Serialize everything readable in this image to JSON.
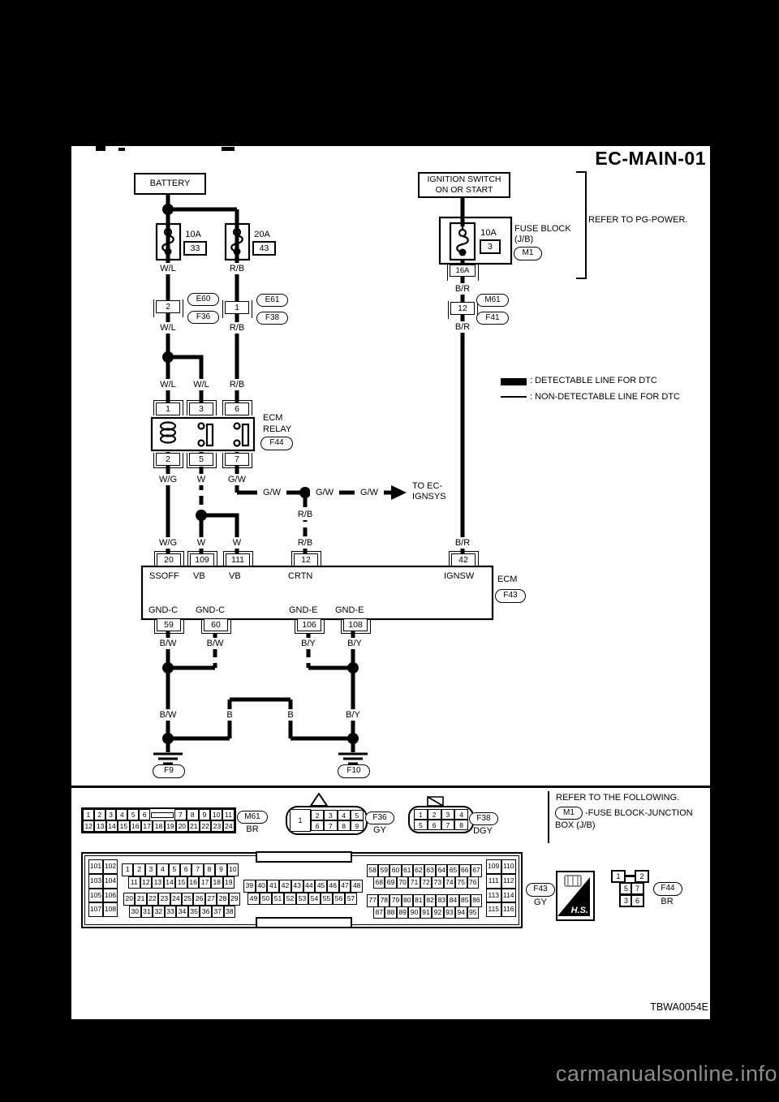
{
  "title": "EC-MAIN-01",
  "figure_id": "TBWA0054E",
  "watermark": "carmanualsonline.info",
  "legend": {
    "detectable": ": DETECTABLE LINE FOR DTC",
    "non_detectable": ": NON-DETECTABLE LINE FOR DTC"
  },
  "notes": {
    "pg_power": "REFER TO PG-POWER.",
    "following": "REFER TO THE FOLLOWING.",
    "m1_ref": "M1",
    "m1_text": "-FUSE BLOCK-JUNCTION",
    "m1_text2": "BOX (J/B)"
  },
  "battery": {
    "label": "BATTERY",
    "fuse1_amps": "10A",
    "fuse1_num": "33",
    "fuse2_amps": "20A",
    "fuse2_num": "43"
  },
  "ignition": {
    "line1": "IGNITION SWITCH",
    "line2": "ON OR START",
    "fuse_amps": "10A",
    "fuse_num": "3",
    "block1": "FUSE BLOCK",
    "block2": "(J/B)",
    "block_ref": "M1",
    "pin_16a": "16A"
  },
  "wires": {
    "wl": "W/L",
    "rb": "R/B",
    "br": "B/R",
    "wg": "W/G",
    "w": "W",
    "gw": "G/W",
    "bw": "B/W",
    "by": "B/Y",
    "b": "B"
  },
  "conn_e60": {
    "pin": "2",
    "top": "E60",
    "bottom": "F36"
  },
  "conn_e61": {
    "pin": "1",
    "top": "E61",
    "bottom": "F38"
  },
  "conn_m61f41": {
    "pin": "12",
    "top": "M61",
    "bottom": "F41"
  },
  "relay": {
    "name1": "ECM",
    "name2": "RELAY",
    "ref": "F44",
    "pins_top": [
      "1",
      "3",
      "6"
    ],
    "pins_bottom": [
      "2",
      "5",
      "7"
    ]
  },
  "ignsys": {
    "to1": "TO EC-",
    "to2": "IGNSYS"
  },
  "ecm": {
    "name": "ECM",
    "ref": "F43",
    "pins_top": [
      {
        "num": "20",
        "label": "SSOFF"
      },
      {
        "num": "109",
        "label": "VB"
      },
      {
        "num": "111",
        "label": "VB"
      },
      {
        "num": "12",
        "label": "CRTN"
      },
      {
        "num": "42",
        "label": "IGNSW"
      }
    ],
    "pins_bottom": [
      {
        "num": "59",
        "label": "GND-C"
      },
      {
        "num": "60",
        "label": "GND-C"
      },
      {
        "num": "106",
        "label": "GND-E"
      },
      {
        "num": "108",
        "label": "GND-E"
      }
    ]
  },
  "grounds": {
    "left": "F9",
    "right": "F10"
  },
  "footer": {
    "m61": {
      "ref": "M61",
      "color": "BR",
      "row1a": [
        "1",
        "2",
        "3",
        "4",
        "5",
        "6"
      ],
      "row1b": [
        "7",
        "8",
        "9",
        "10",
        "11"
      ],
      "row2": [
        "12",
        "13",
        "14",
        "15",
        "16",
        "17",
        "18",
        "19",
        "20",
        "21",
        "22",
        "23",
        "24"
      ]
    },
    "f36": {
      "ref": "F36",
      "color": "GY",
      "big": "1",
      "row1": [
        "2",
        "3",
        "4",
        "5"
      ],
      "row2": [
        "6",
        "7",
        "8",
        "9"
      ]
    },
    "f38": {
      "ref": "F38",
      "color": "DGY",
      "row1": [
        "1",
        "2",
        "3",
        "4"
      ],
      "row2": [
        "5",
        "6",
        "7",
        "8"
      ]
    },
    "f43": {
      "ref": "F43",
      "color": "GY",
      "left_grid": [
        "101",
        "102",
        "103",
        "104",
        "105",
        "106",
        "107",
        "108"
      ],
      "a1": [
        "1",
        "2",
        "3",
        "4",
        "5",
        "6",
        "7",
        "8",
        "9",
        "10"
      ],
      "a2": [
        "11",
        "12",
        "13",
        "14",
        "15",
        "16",
        "17",
        "18",
        "19"
      ],
      "b1": [
        "20",
        "21",
        "22",
        "23",
        "24",
        "25",
        "26",
        "27",
        "28",
        "29"
      ],
      "b2": [
        "30",
        "31",
        "32",
        "33",
        "34",
        "35",
        "36",
        "37",
        "38"
      ],
      "c1": [
        "39",
        "40",
        "41",
        "42",
        "43",
        "44",
        "45",
        "46",
        "47",
        "48"
      ],
      "c2": [
        "49",
        "50",
        "51",
        "52",
        "53",
        "54",
        "55",
        "56",
        "57"
      ],
      "d1": [
        "58",
        "59",
        "60",
        "61",
        "62",
        "63",
        "64",
        "65",
        "66",
        "67"
      ],
      "d2": [
        "68",
        "69",
        "70",
        "71",
        "72",
        "73",
        "74",
        "75",
        "76"
      ],
      "e1": [
        "77",
        "78",
        "79",
        "80",
        "81",
        "82",
        "83",
        "84",
        "85",
        "86"
      ],
      "e2": [
        "87",
        "88",
        "89",
        "90",
        "91",
        "92",
        "93",
        "94",
        "95"
      ],
      "right_grid": [
        "109",
        "110",
        "111",
        "112",
        "113",
        "114",
        "115",
        "116"
      ]
    },
    "hs": "H.S.",
    "f44": {
      "ref": "F44",
      "color": "BR",
      "top": [
        "1",
        "2"
      ],
      "mid": [
        "5",
        "7"
      ],
      "bottom": [
        "3",
        "6"
      ]
    }
  }
}
